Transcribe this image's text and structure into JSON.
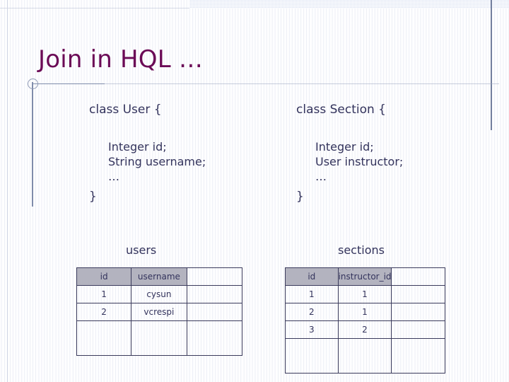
{
  "slide": {
    "title": "Join in HQL …",
    "title_color": "#6b0a56",
    "body_color": "#33335c",
    "header_fill": "#b3b3bf",
    "accent_rule_color": "#7f8cab",
    "banner_color": "#dbe2f2"
  },
  "classes": [
    {
      "id": "user",
      "header": "class User {",
      "fields": [
        "Integer id;",
        "String username;",
        "…"
      ],
      "close": "}"
    },
    {
      "id": "section",
      "header": "class Section {",
      "fields": [
        "Integer id;",
        "User instructor;",
        "…"
      ],
      "close": "}"
    }
  ],
  "tables": [
    {
      "id": "users",
      "caption": "users",
      "columns": [
        "id",
        "username"
      ],
      "rows": [
        [
          "1",
          "cysun"
        ],
        [
          "2",
          "vcrespi"
        ]
      ],
      "blank_rows": 1
    },
    {
      "id": "sections",
      "caption": "sections",
      "columns": [
        "id",
        "instructor_id"
      ],
      "rows": [
        [
          "1",
          "1"
        ],
        [
          "2",
          "1"
        ],
        [
          "3",
          "2"
        ]
      ],
      "blank_rows": 1
    }
  ]
}
